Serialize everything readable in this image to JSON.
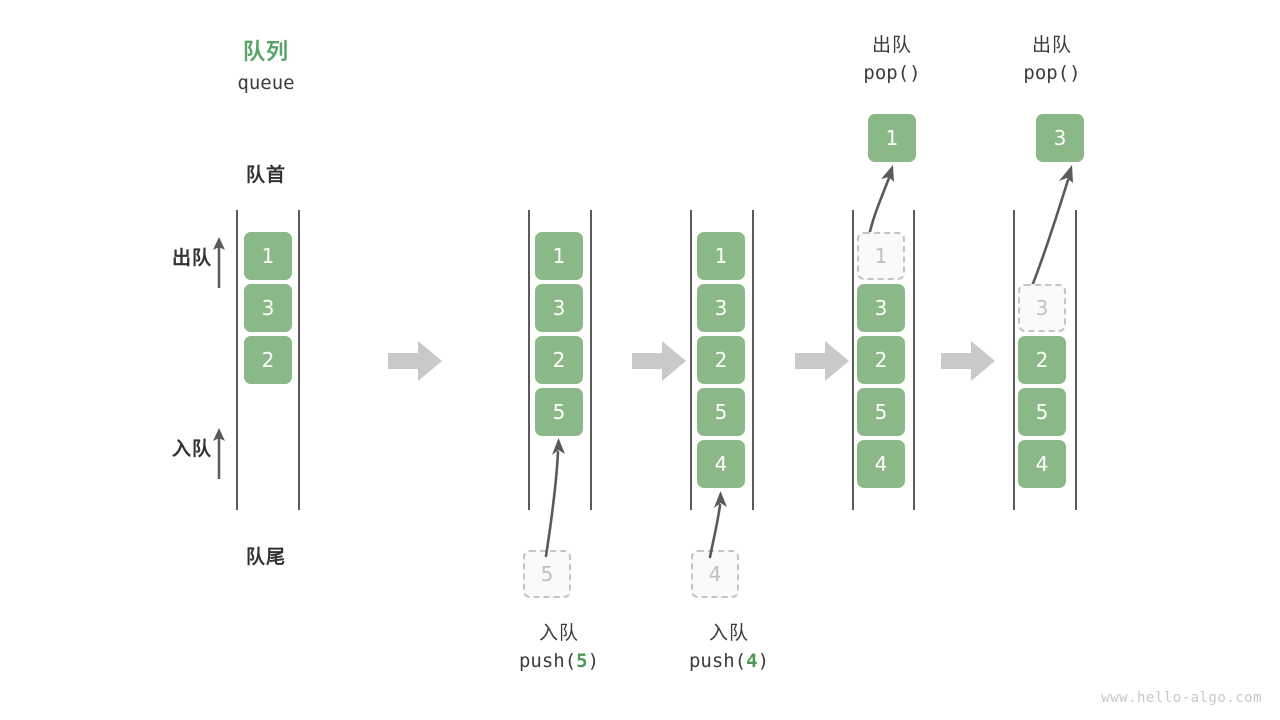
{
  "header": {
    "title_cn": "队列",
    "title_en": "queue",
    "title_color": "#5aa469"
  },
  "legend": {
    "front_label": "队首",
    "rear_label": "队尾",
    "dequeue_label": "出队",
    "enqueue_label": "入队"
  },
  "colors": {
    "element_fill": "#8ab987",
    "element_text": "#ffffff",
    "ghost_fill": "#fafafa",
    "ghost_border": "#c4c4c4",
    "ghost_text": "#c0c0c0",
    "rail": "#5a5a5a",
    "transition_arrow": "#c9c9c9",
    "motion_arrow": "#5a5a5a",
    "accent_green": "#4c9a5a"
  },
  "columns": [
    {
      "id": "initial",
      "caption_cn": "",
      "caption_code": "",
      "caption_arg": "",
      "elements": [
        "1",
        "3",
        "2"
      ],
      "ghost": null,
      "popped": null
    },
    {
      "id": "after-push-5",
      "caption_cn": "入队",
      "caption_code_prefix": "push(",
      "caption_arg": "5",
      "caption_code_suffix": ")",
      "elements": [
        "1",
        "3",
        "2",
        "5"
      ],
      "ghost": {
        "value": "5",
        "position": "below"
      },
      "popped": null
    },
    {
      "id": "after-push-4",
      "caption_cn": "入队",
      "caption_code_prefix": "push(",
      "caption_arg": "4",
      "caption_code_suffix": ")",
      "elements": [
        "1",
        "3",
        "2",
        "5",
        "4"
      ],
      "ghost": {
        "value": "4",
        "position": "below"
      },
      "popped": null
    },
    {
      "id": "after-pop-1",
      "caption_cn": "出队",
      "caption_code_prefix": "pop(",
      "caption_arg": "",
      "caption_code_suffix": ")",
      "elements": [
        "3",
        "2",
        "5",
        "4"
      ],
      "ghost": {
        "value": "1",
        "position": "slot-0"
      },
      "popped": {
        "value": "1"
      }
    },
    {
      "id": "after-pop-3",
      "caption_cn": "出队",
      "caption_code_prefix": "pop(",
      "caption_arg": "",
      "caption_code_suffix": ")",
      "elements": [
        "2",
        "5",
        "4"
      ],
      "ghost": {
        "value": "3",
        "position": "slot-1"
      },
      "popped": {
        "value": "3"
      }
    }
  ],
  "watermark": "www.hello-algo.com",
  "diagram_data": {
    "type": "diagram",
    "concept": "queue (FIFO) push and pop operations",
    "steps": [
      {
        "state": [
          "1",
          "3",
          "2"
        ],
        "operation": "initial"
      },
      {
        "state": [
          "1",
          "3",
          "2",
          "5"
        ],
        "operation": "push(5)"
      },
      {
        "state": [
          "1",
          "3",
          "2",
          "5",
          "4"
        ],
        "operation": "push(4)"
      },
      {
        "state": [
          "3",
          "2",
          "5",
          "4"
        ],
        "operation": "pop()",
        "returned": "1"
      },
      {
        "state": [
          "2",
          "5",
          "4"
        ],
        "operation": "pop()",
        "returned": "3"
      }
    ]
  }
}
